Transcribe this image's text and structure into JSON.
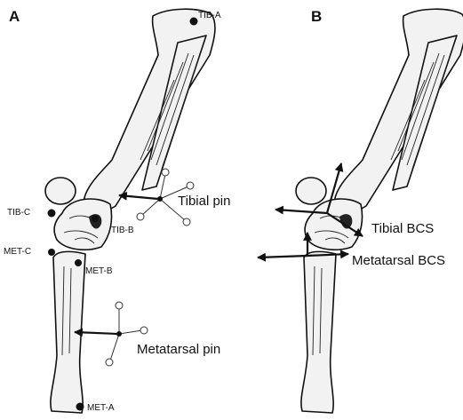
{
  "panels": {
    "a": {
      "letter": "A",
      "labels": {
        "tib_a": "TIB-A",
        "tib_b": "TIB-B",
        "tib_c": "TIB-C",
        "met_a": "MET-A",
        "met_b": "MET-B",
        "met_c": "MET-C",
        "tibial_pin": "Tibial pin",
        "metatarsal_pin": "Metatarsal pin"
      }
    },
    "b": {
      "letter": "B",
      "labels": {
        "tibial_bcs": "Tibial BCS",
        "metatarsal_bcs": "Metatarsal BCS"
      }
    }
  }
}
